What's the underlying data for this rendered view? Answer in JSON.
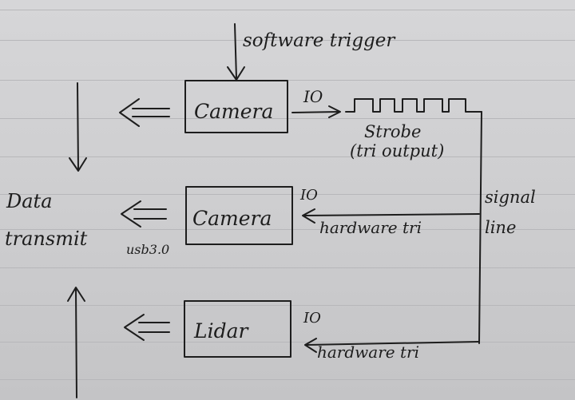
{
  "labels": {
    "software_trigger": "software trigger",
    "camera_top": "Camera",
    "io_top": "IO",
    "strobe": "Strobe",
    "tri_output": "(tri output)",
    "data": "Data",
    "transmit": "transmit",
    "camera_mid": "Camera",
    "io_mid": "IO",
    "usb": "usb3.0",
    "hardware_tri_mid": "hardware tri",
    "signal": "signal",
    "line": "line",
    "lidar": "Lidar",
    "io_bottom": "IO",
    "hardware_tri_bottom": "hardware tri"
  },
  "colors": {
    "ink": "#1d1d1d",
    "paper": "#d2d2d4",
    "rule": "#b7b7ba"
  }
}
